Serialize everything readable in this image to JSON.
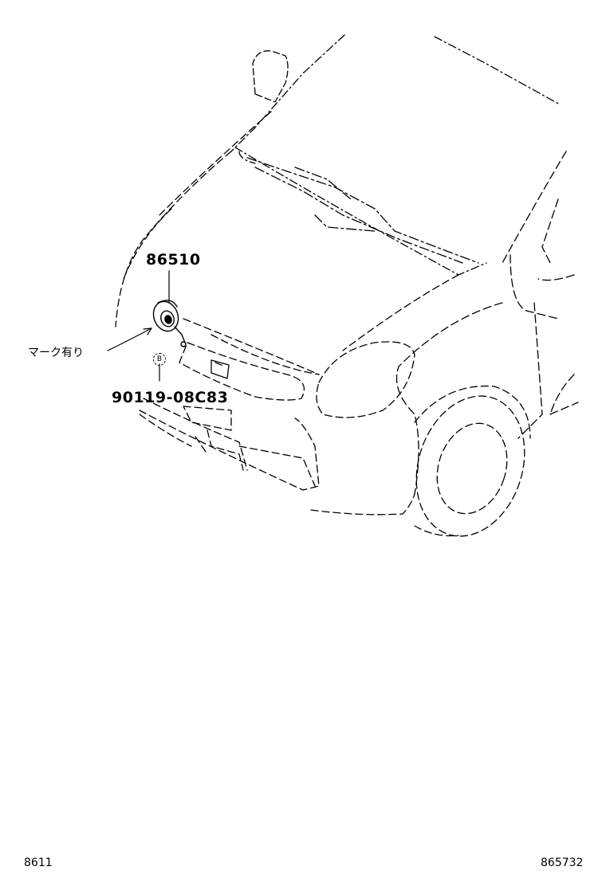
{
  "callouts": {
    "horn_part_no": "86510",
    "bolt_part_no": "90119-08C83",
    "mark_note": "マーク有り",
    "bolt_symbol": "B"
  },
  "footer": {
    "left_code": "8611",
    "right_code": "865732"
  },
  "colors": {
    "line": "#000000",
    "background": "#ffffff"
  }
}
